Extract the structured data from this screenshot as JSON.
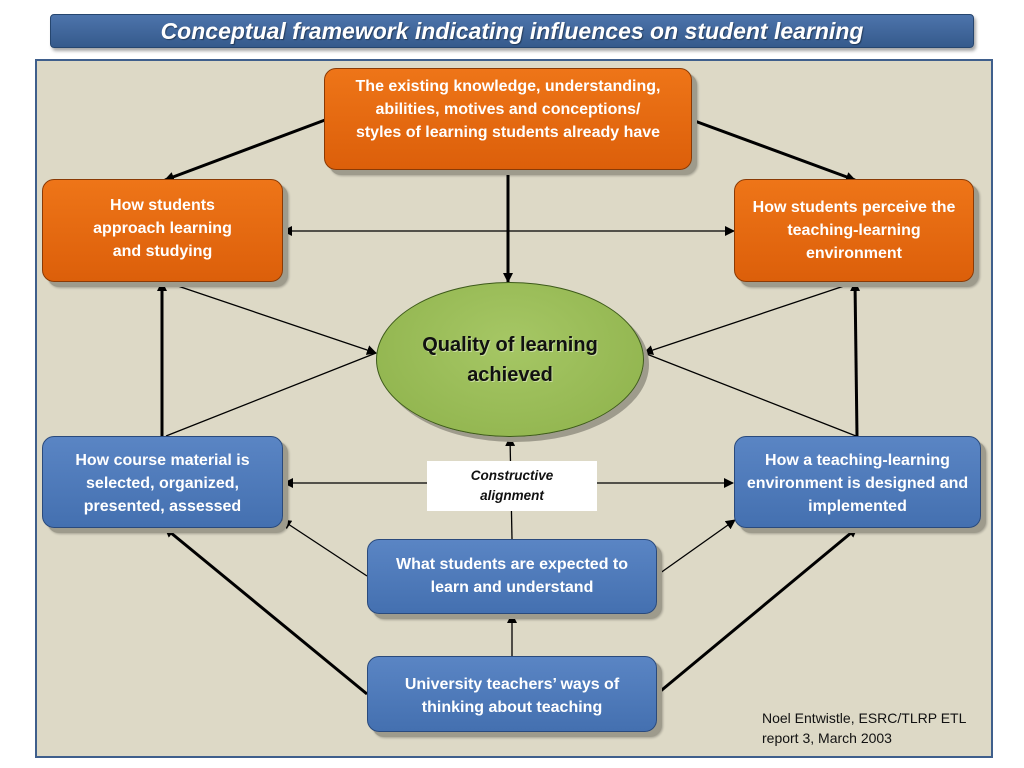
{
  "title": "Conceptual framework indicating influences on student learning",
  "nodes": {
    "existing_knowledge": "The existing knowledge, understanding, abilities, motives and conceptions/ styles of learning students already have",
    "approach_learning": "How students approach learning and studying",
    "perceive_environment": "How students perceive the teaching-learning environment",
    "quality_learning": "Quality of learning achieved",
    "course_material": "How course material is selected, organized, presented, assessed",
    "environment_designed": "How a teaching-learning environment is designed and implemented",
    "expected_learn": "What students are expected to learn and understand",
    "teachers_thinking": "University teachers’ ways of thinking about teaching"
  },
  "constructive_alignment": "Constructive alignment",
  "credit": "Noel Entwistle, ESRC/TLRP ETL report 3, March 2003",
  "colors": {
    "orange": "#e6690f",
    "blue": "#4f7bbb",
    "green": "#98bb55",
    "background": "#ddd9c6",
    "title_bar": "#3f659b"
  }
}
